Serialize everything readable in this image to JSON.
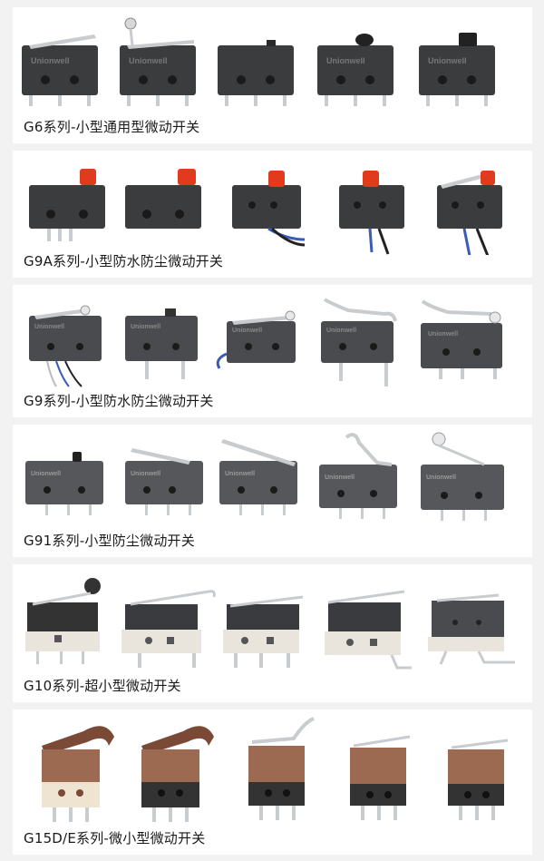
{
  "sections": [
    {
      "id": "g6",
      "caption": "G6系列-小型通用型微动开关",
      "actuators": [
        "plain",
        "roller",
        "button",
        "round-button",
        "square-button"
      ],
      "brand_text": "Unionwell"
    },
    {
      "id": "g9a",
      "caption": "G9A系列-小型防水防尘微动开关",
      "actuators": [
        "red-button",
        "red-button",
        "red-button-wire",
        "red-button-wire",
        "lever-red-wire"
      ]
    },
    {
      "id": "g9",
      "caption": "G9系列-小型防水防尘微动开关",
      "actuators": [
        "lever",
        "plain",
        "lever-wire",
        "curved-lever",
        "roller-lever"
      ],
      "brand_text": "Unionwell"
    },
    {
      "id": "g91",
      "caption": "G91系列-小型防尘微动开关",
      "actuators": [
        "button",
        "lever",
        "long-lever",
        "hook-lever",
        "roller"
      ],
      "brand_text": "Unionwell"
    },
    {
      "id": "g10",
      "caption": "G10系列-超小型微动开关",
      "actuators": [
        "roller",
        "lever",
        "lever",
        "lever",
        "lever"
      ]
    },
    {
      "id": "g15",
      "caption": "G15D/E系列-微小型微动开关",
      "actuators": [
        "hook",
        "hook",
        "curved-lever",
        "lever",
        "lever"
      ]
    }
  ],
  "colors": {
    "switch_body": "#3b3c3e",
    "switch_body_light": "#5a5b5e",
    "red_button": "#e23a1c",
    "brown_body": "#9c6a50",
    "beige_base": "#efe4d2",
    "white_base": "#e9e4dc",
    "metal": "#c9cccf",
    "wire_blue": "#3a5bb8",
    "text": "#1a1a1a"
  }
}
